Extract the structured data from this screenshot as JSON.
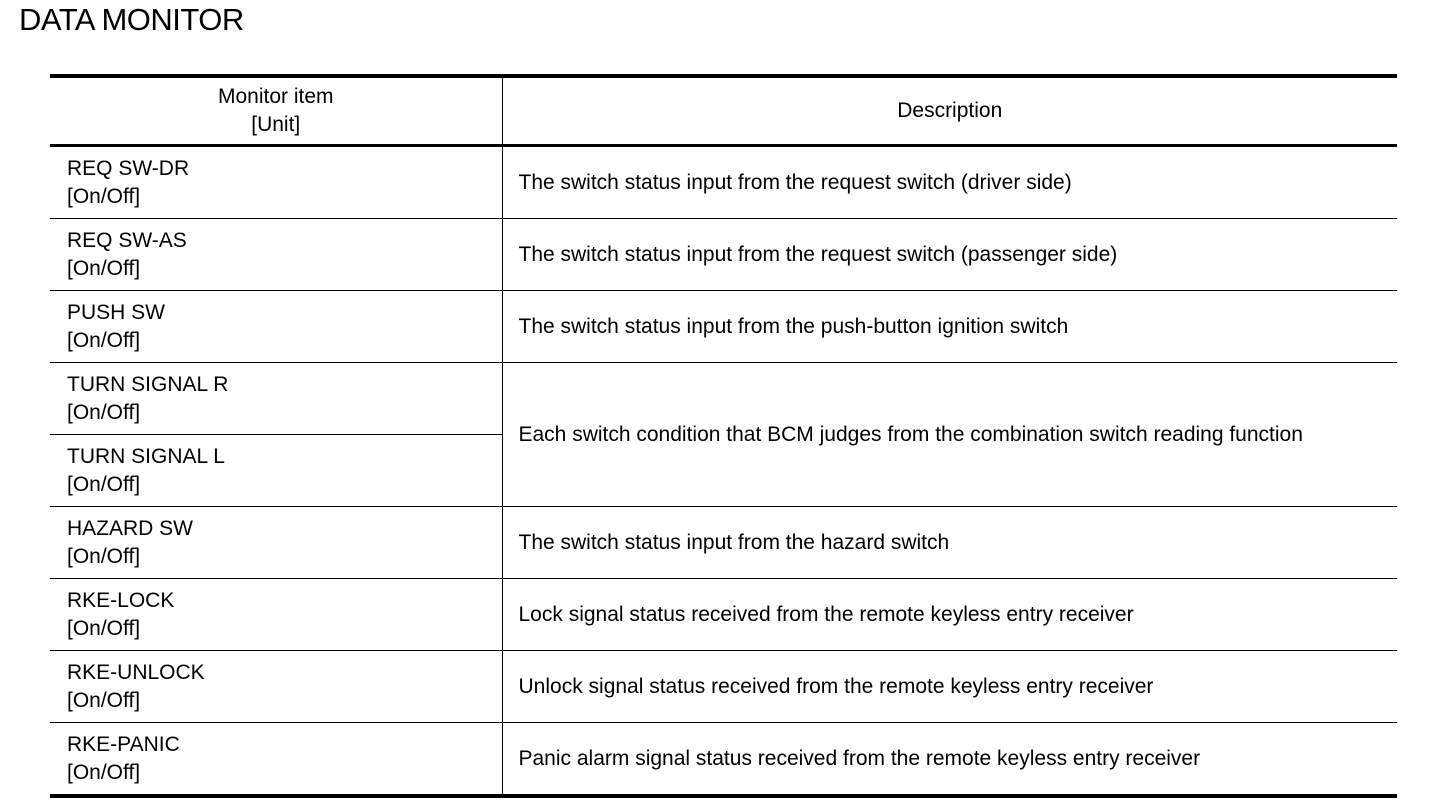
{
  "page": {
    "title": "DATA MONITOR"
  },
  "table": {
    "header": {
      "monitor_item_line1": "Monitor item",
      "monitor_item_line2": "[Unit]",
      "description": "Description"
    },
    "rows": [
      {
        "item": "REQ SW-DR",
        "unit": "[On/Off]",
        "description": "The switch status input from the request switch (driver side)"
      },
      {
        "item": "REQ SW-AS",
        "unit": "[On/Off]",
        "description": "The switch status input from the request switch (passenger side)"
      },
      {
        "item": "PUSH SW",
        "unit": "[On/Off]",
        "description": "The switch status input from the push-button ignition switch"
      },
      {
        "item": "TURN SIGNAL R",
        "unit": "[On/Off]",
        "description": "Each switch condition that BCM judges from the combination switch reading function"
      },
      {
        "item": "TURN SIGNAL L",
        "unit": "[On/Off]"
      },
      {
        "item": "HAZARD SW",
        "unit": "[On/Off]",
        "description": "The switch status input from the hazard switch"
      },
      {
        "item": "RKE-LOCK",
        "unit": "[On/Off]",
        "description": "Lock signal status received from the remote keyless entry receiver"
      },
      {
        "item": "RKE-UNLOCK",
        "unit": "[On/Off]",
        "description": "Unlock signal status received from the remote keyless entry receiver"
      },
      {
        "item": "RKE-PANIC",
        "unit": "[On/Off]",
        "description": "Panic alarm signal status received from the remote keyless entry receiver"
      }
    ]
  }
}
